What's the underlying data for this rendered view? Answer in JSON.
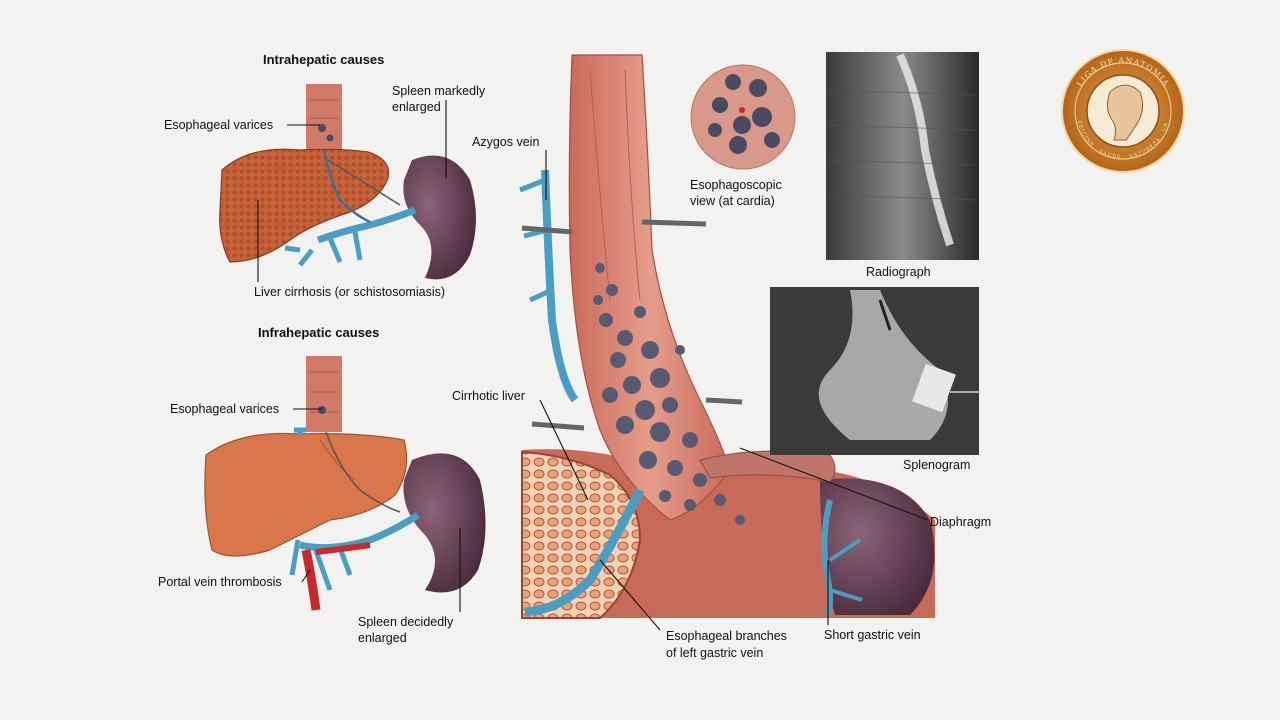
{
  "headings": {
    "intrahepatic": "Intrahepatic causes",
    "infrahepatic": "Infrahepatic causes"
  },
  "labels": {
    "esophageal_varices_1": "Esophageal varices",
    "spleen_markedly_1": "Spleen markedly",
    "spleen_markedly_2": "enlarged",
    "liver_cirrhosis": "Liver cirrhosis (or schistosomiasis)",
    "esophageal_varices_2": "Esophageal varices",
    "portal_vein_thrombosis": "Portal vein thrombosis",
    "spleen_decidedly_1": "Spleen decidedly",
    "spleen_decidedly_2": "enlarged",
    "azygos_vein": "Azygos vein",
    "esophagoscopic_1": "Esophagoscopic",
    "esophagoscopic_2": "view (at cardia)",
    "radiograph": "Radiograph",
    "splenogram": "Splenogram",
    "cirrhotic_liver": "Cirrhotic liver",
    "diaphragm": "Diaphragm",
    "esophageal_branches_1": "Esophageal branches",
    "esophageal_branches_2": "of left gastric vein",
    "short_gastric_vein": "Short gastric vein"
  },
  "logo": {
    "top_text": "LIGA DE ANATOMIA",
    "bottom_text": "MEDICINA · SAUDE · NATUREZA · UNIT"
  },
  "colors": {
    "background": "#f2f2f0",
    "liver_cirrhotic": "#c8623a",
    "liver_normal": "#d9774a",
    "spleen": "#5e3a4e",
    "vein": "#4a9ec4",
    "esophagus": "#d98878",
    "varix": "#5a5a70",
    "logo_gold": "#c77a1e"
  }
}
